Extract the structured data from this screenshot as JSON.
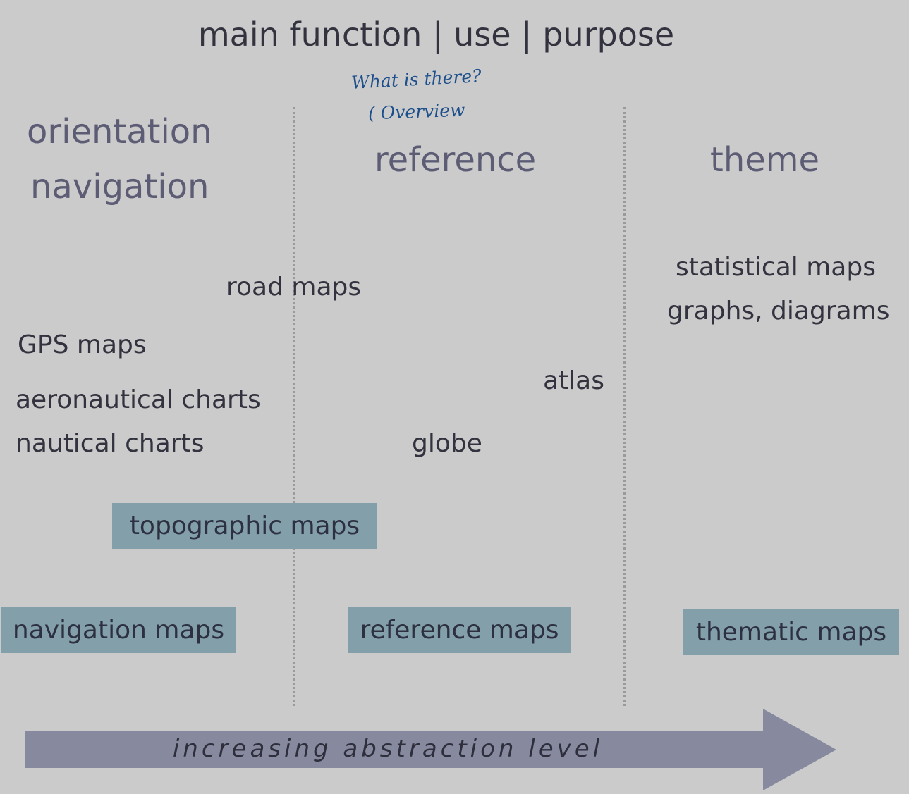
{
  "title": "main function | use | purpose",
  "annotation": {
    "line1": "What is there?",
    "line2": "( Overview"
  },
  "categories": {
    "orientation": "orientation",
    "navigation": "navigation",
    "reference": "reference",
    "theme": "theme"
  },
  "items": {
    "road_maps": "road maps",
    "gps_maps": "GPS maps",
    "aeronautical_charts": "aeronautical charts",
    "nautical_charts": "nautical charts",
    "atlas": "atlas",
    "globe": "globe",
    "statistical_maps": "statistical maps",
    "graphs_diagrams": "graphs, diagrams"
  },
  "boxes": {
    "topographic_maps": "topographic maps",
    "navigation_maps": "navigation maps",
    "reference_maps": "reference maps",
    "thematic_maps": "thematic maps"
  },
  "arrow_label": "increasing abstraction level",
  "colors": {
    "background": "#cbcbcb",
    "box_fill": "#83a0aa",
    "arrow_fill": "#878a9e",
    "annotation_ink": "#1c4f8c"
  }
}
